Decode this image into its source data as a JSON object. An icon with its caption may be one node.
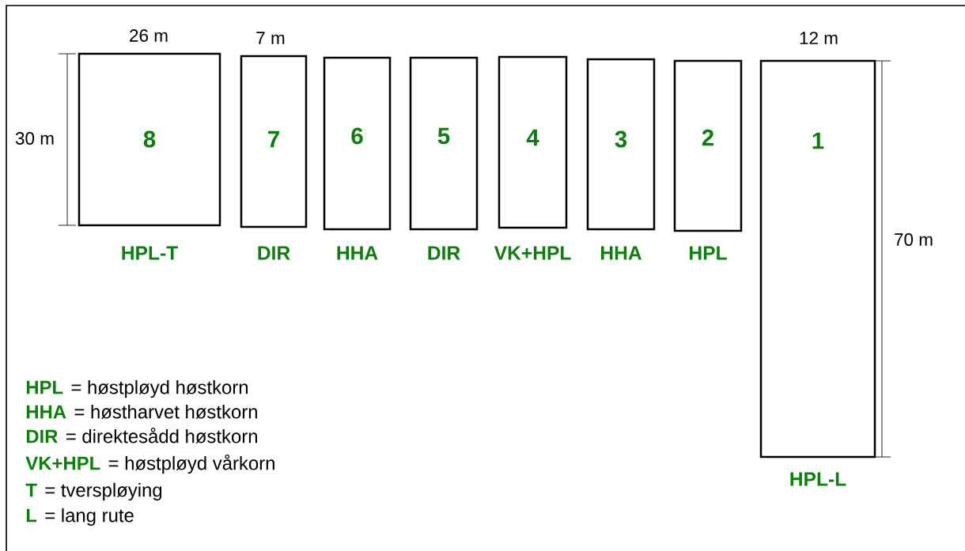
{
  "diagram": {
    "nodes": [
      {
        "text": [
          "8"
        ],
        "beside": [
          "HPL-T"
        ]
      },
      {
        "text": [
          "7"
        ],
        "beside": [
          "DIR"
        ]
      },
      {
        "text": [
          "6"
        ],
        "beside": [
          "HHA"
        ]
      },
      {
        "text": [
          "5"
        ],
        "beside": [
          "DIR"
        ]
      },
      {
        "text": [
          "4"
        ],
        "beside": [
          "VK+HPL"
        ]
      },
      {
        "text": [
          "3"
        ],
        "beside": [
          "HHA"
        ]
      },
      {
        "text": [
          "2"
        ],
        "beside": [
          "HPL"
        ]
      },
      {
        "text": [
          "1"
        ],
        "beside": [
          "HPL-L"
        ]
      }
    ],
    "labels": [
      "26 m",
      "7 m",
      "12 m",
      "30 m",
      "70 m",
      "HPL",
      "= høstpløyd høstkorn",
      "HHA",
      "= høstharvet høstkorn",
      "DIR",
      "= direktesådd høstkorn",
      "VK+HPL",
      "= høstpløyd vårkorn",
      "T",
      "= tverspløying",
      "L",
      "= lang rute"
    ]
  }
}
